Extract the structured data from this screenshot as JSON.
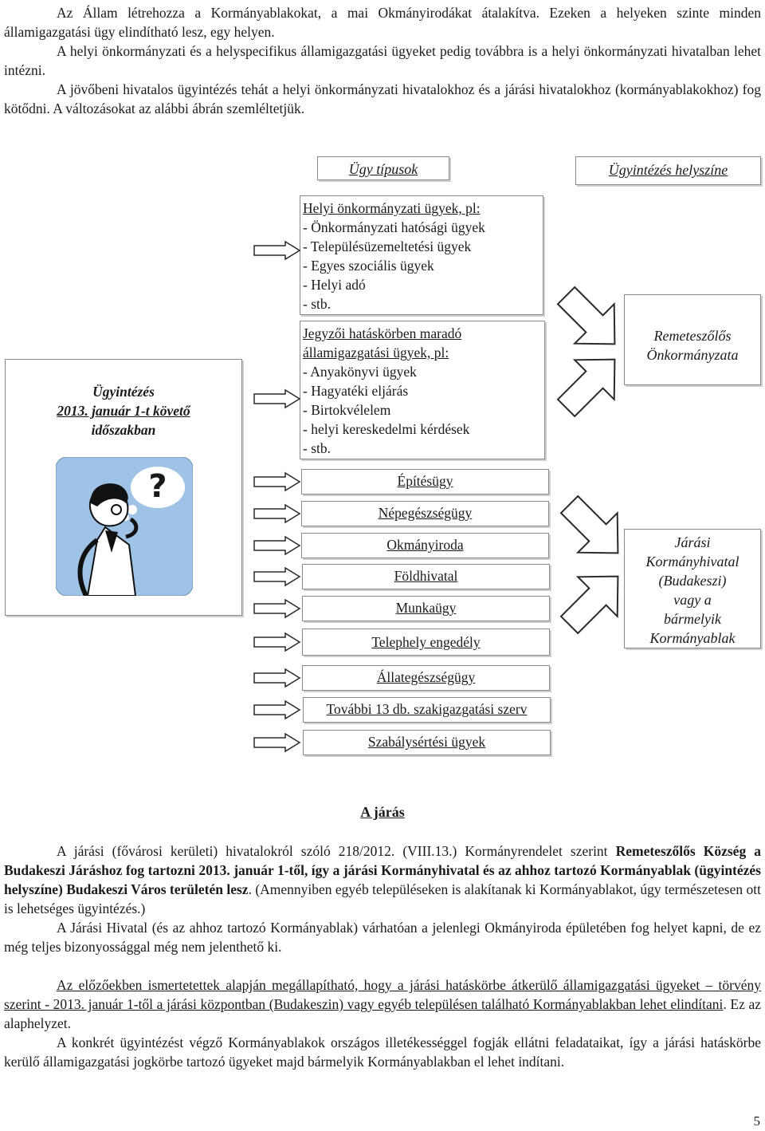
{
  "top_paragraphs": [
    "Az Állam létrehozza a Kormányablakokat, a mai Okmányirodákat átalakítva. Ezeken a helyeken szinte minden államigazgatási ügy elindítható lesz, egy helyen.",
    "A helyi önkormányzati és a helyspecifikus államigazgatási ügyeket pedig továbbra is a helyi önkormányzati hivatalban lehet intézni.",
    "A jövőbeni hivatalos ügyintézés tehát a helyi önkormányzati hivatalokhoz és a járási hivatalokhoz (kormányablakokhoz) fog kötődni. A változásokat az alábbi ábrán szemléltetjük."
  ],
  "diagram": {
    "header_types": "Ügy típusok",
    "header_location": "Ügyintézés helyszíne",
    "ugyintezes_line1": "Ügyintézés",
    "ugyintezes_line2": "2013. január 1-t követő",
    "ugyintezes_line3": "időszakban",
    "local_box": {
      "title": "Helyi önkormányzati ügyek, pl:",
      "items": [
        "- Önkormányzati hatósági ügyek",
        "- Településüzemeltetési ügyek",
        "- Egyes szociális ügyek",
        "- Helyi adó",
        "- stb."
      ]
    },
    "notary_box": {
      "title_line1": "Jegyzői hatáskörben maradó",
      "title_line2": "államigazgatási ügyek, pl:",
      "items": [
        "- Anyakönyvi ügyek",
        "- Hagyatéki eljárás",
        "- Birtokvélelem",
        "- helyi kereskedelmi kérdések",
        "- stb."
      ]
    },
    "district_items": [
      "Építésügy",
      "Népegészségügy",
      "Okmányiroda",
      "Földhivatal",
      "Munkaügy",
      "Telephely engedély",
      "Állategészségügy",
      "További 13 db. szakigazgatási szerv",
      "Szabálysértési ügyek"
    ],
    "location_local": [
      "Remeteszőlős",
      "Önkormányzata"
    ],
    "location_district": [
      "Járási",
      "Kormányhivatal",
      "(Budakeszi)",
      "vagy a",
      "bármelyik",
      "Kormányablak"
    ],
    "question_mark": "?",
    "colors": {
      "arrow_fill": "#ffffff",
      "arrow_stroke": "#2a2a2a",
      "clipart_bg": "#9fc3e6"
    }
  },
  "section": {
    "title": "A járás",
    "p1_a": "A járási (fővárosi kerületi) hivatalokról szóló 218/2012. (VIII.13.) Kormányrendelet szerint ",
    "p1_b": "Remeteszőlős Község a Budakeszi Járáshoz fog tartozni 2013. január 1-től, így a járási Kormányhivatal és az ahhoz tartozó Kormányablak (ügyintézés helyszíne) Budakeszi Város területén lesz",
    "p1_c": ". (Amennyiben egyéb településeken is alakítanak ki Kormányablakot, úgy természetesen ott is lehetséges ügyintézés.)",
    "p2": "A Járási Hivatal (és az ahhoz tartozó Kormányablak) várhatóan a jelenlegi Okmányiroda épületében fog helyet kapni, de ez még teljes bizonyossággal még nem jelenthető ki.",
    "p3_u1": "Az előzőekben ismertetettek alapján megállapítható, hogy a járási hatáskörbe átkerülő államigazgatási ügyeket – törvény szerint - 2013. január 1-től a járási központban (Budakeszin) vagy egyéb településen található Kormányablakban lehet elindítani",
    "p3_rest": ". Ez az alaphelyzet.",
    "p4": "A konkrét ügyintézést végző Kormányablakok országos illetékességgel fogják ellátni feladataikat, így a járási hatáskörbe kerülő államigazgatási jogkörbe tartozó ügyeket majd bármelyik Kormányablakban el lehet indítani."
  },
  "page_number": "5"
}
